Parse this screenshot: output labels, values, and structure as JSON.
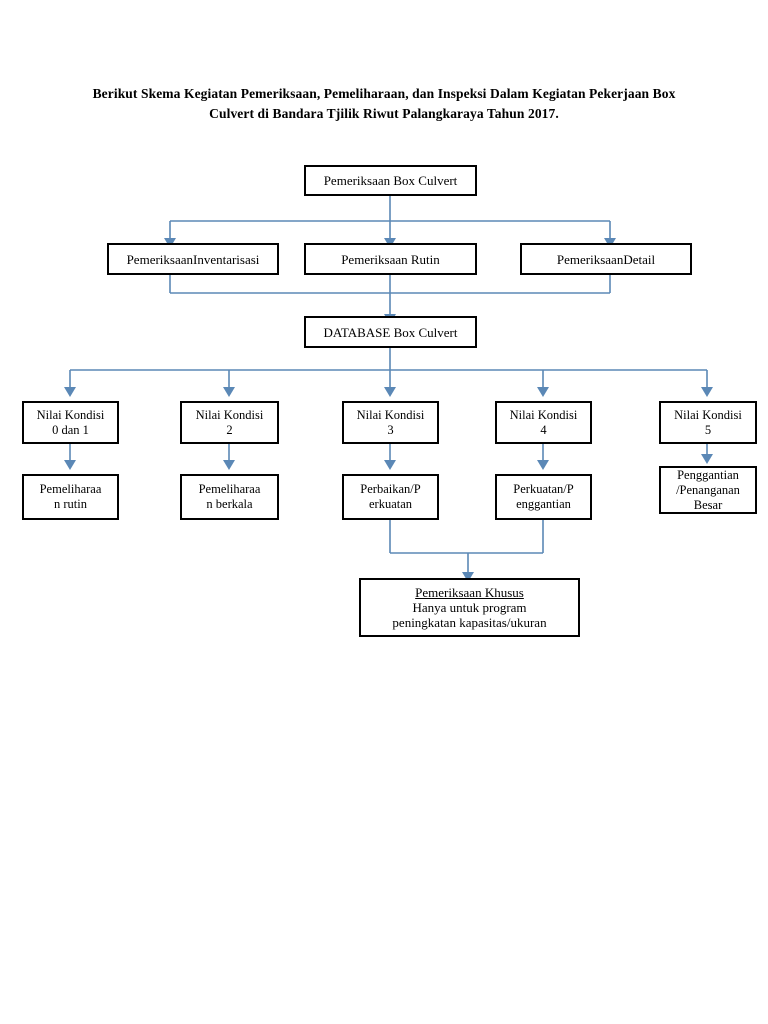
{
  "page": {
    "title_lines": [
      "Berikut Skema Kegiatan Pemeriksaan, Pemeliharaan, dan Inspeksi Dalam",
      "Kegiatan Pekerjaan Box Culvert di Bandara Tjilik Riwut Palangkaraya Tahun",
      "2017."
    ]
  },
  "colors": {
    "box_border": "#000000",
    "connector": "#5b88b6",
    "background": "#ffffff",
    "text": "#000000"
  },
  "chart_data": {
    "type": "diagram",
    "title": "Berikut Skema Kegiatan Pemeriksaan, Pemeliharaan, dan Inspeksi Dalam Kegiatan Pekerjaan Box Culvert di Bandara Tjilik Riwut Palangkaraya Tahun 2017."
  },
  "nodes": {
    "root": {
      "label": "Pemeriksaan Box Culvert"
    },
    "inspection": [
      {
        "label": "PemeriksaanInventarisasi"
      },
      {
        "label": "Pemeriksaan Rutin"
      },
      {
        "label": "PemeriksaanDetail"
      }
    ],
    "database": {
      "label": "DATABASE Box Culvert"
    },
    "conditions": [
      {
        "line1": "Nilai Kondisi",
        "line2": "0 dan 1"
      },
      {
        "line1": "Nilai Kondisi",
        "line2": "2"
      },
      {
        "line1": "Nilai Kondisi",
        "line2": "3"
      },
      {
        "line1": "Nilai Kondisi",
        "line2": "4"
      },
      {
        "line1": "Nilai Kondisi",
        "line2": "5"
      }
    ],
    "actions": [
      {
        "line1": "Pemeliharaa",
        "line2": "n rutin"
      },
      {
        "line1": "Pemeliharaa",
        "line2": "n berkala"
      },
      {
        "line1": "Perbaikan/P",
        "line2": "erkuatan"
      },
      {
        "line1": "Perkuatan/P",
        "line2": "enggantian"
      },
      {
        "line1": "Penggantian",
        "line2": "/Penanganan",
        "line3": "Besar"
      }
    ],
    "special": {
      "line1": "Pemeriksaan Khusus",
      "line2": "Hanya untuk program",
      "line3": "peningkatan kapasitas/ukuran"
    }
  }
}
